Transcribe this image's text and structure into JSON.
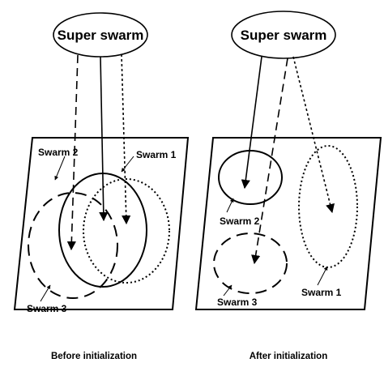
{
  "left_panel": {
    "super_label": "Super swarm",
    "swarm1_label": "Swarm 1",
    "swarm2_label": "Swarm 2",
    "swarm3_label": "Swarm 3",
    "caption": "Before initialization"
  },
  "right_panel": {
    "super_label": "Super swarm",
    "swarm1_label": "Swarm 1",
    "swarm2_label": "Swarm 2",
    "swarm3_label": "Swarm 3",
    "caption": "After initialization"
  }
}
